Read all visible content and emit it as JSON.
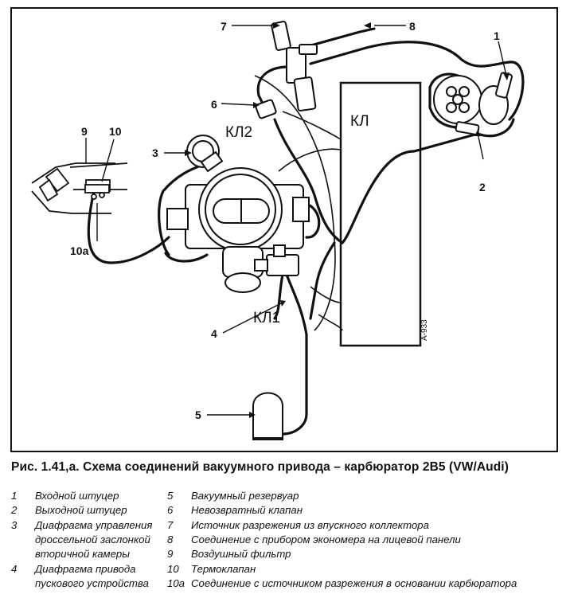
{
  "diagram": {
    "callouts": {
      "c1": "1",
      "c2": "2",
      "c3": "3",
      "c4": "4",
      "c5": "5",
      "c6": "6",
      "c7": "7",
      "c8": "8",
      "c9": "9",
      "c10": "10",
      "c10a": "10a"
    },
    "blocks": {
      "kl": "КЛ",
      "kl1": "КЛ1",
      "kl2": "КЛ2"
    },
    "figure_code": "A-933"
  },
  "caption": "Рис. 1.41,а. Схема соединений вакуумного привода – карбюратор 2В5 (VW/Audi)",
  "legend": [
    {
      "num": "1",
      "text": "Входной штуцер"
    },
    {
      "num": "2",
      "text": "Выходной штуцер"
    },
    {
      "num": "3",
      "text": "Диафрагма управления",
      "text2": "дроссельной заслонкой",
      "text3": "вторичной камеры"
    },
    {
      "num": "4",
      "text": "Диафрагма привода",
      "text2": "пускового устройства"
    },
    {
      "num": "5",
      "text": "Вакуумный резервуар"
    },
    {
      "num": "6",
      "text": "Невозвратный клапан"
    },
    {
      "num": "7",
      "text": "Источник разрежения из впускного коллектора"
    },
    {
      "num": "8",
      "text": "Соединение с прибором экономера на лицевой панели"
    },
    {
      "num": "9",
      "text": "Воздушный фильтр"
    },
    {
      "num": "10",
      "text": "Термоклапан"
    },
    {
      "num": "10a",
      "text": "Соединение с источником разрежения в основании карбюратора"
    }
  ]
}
